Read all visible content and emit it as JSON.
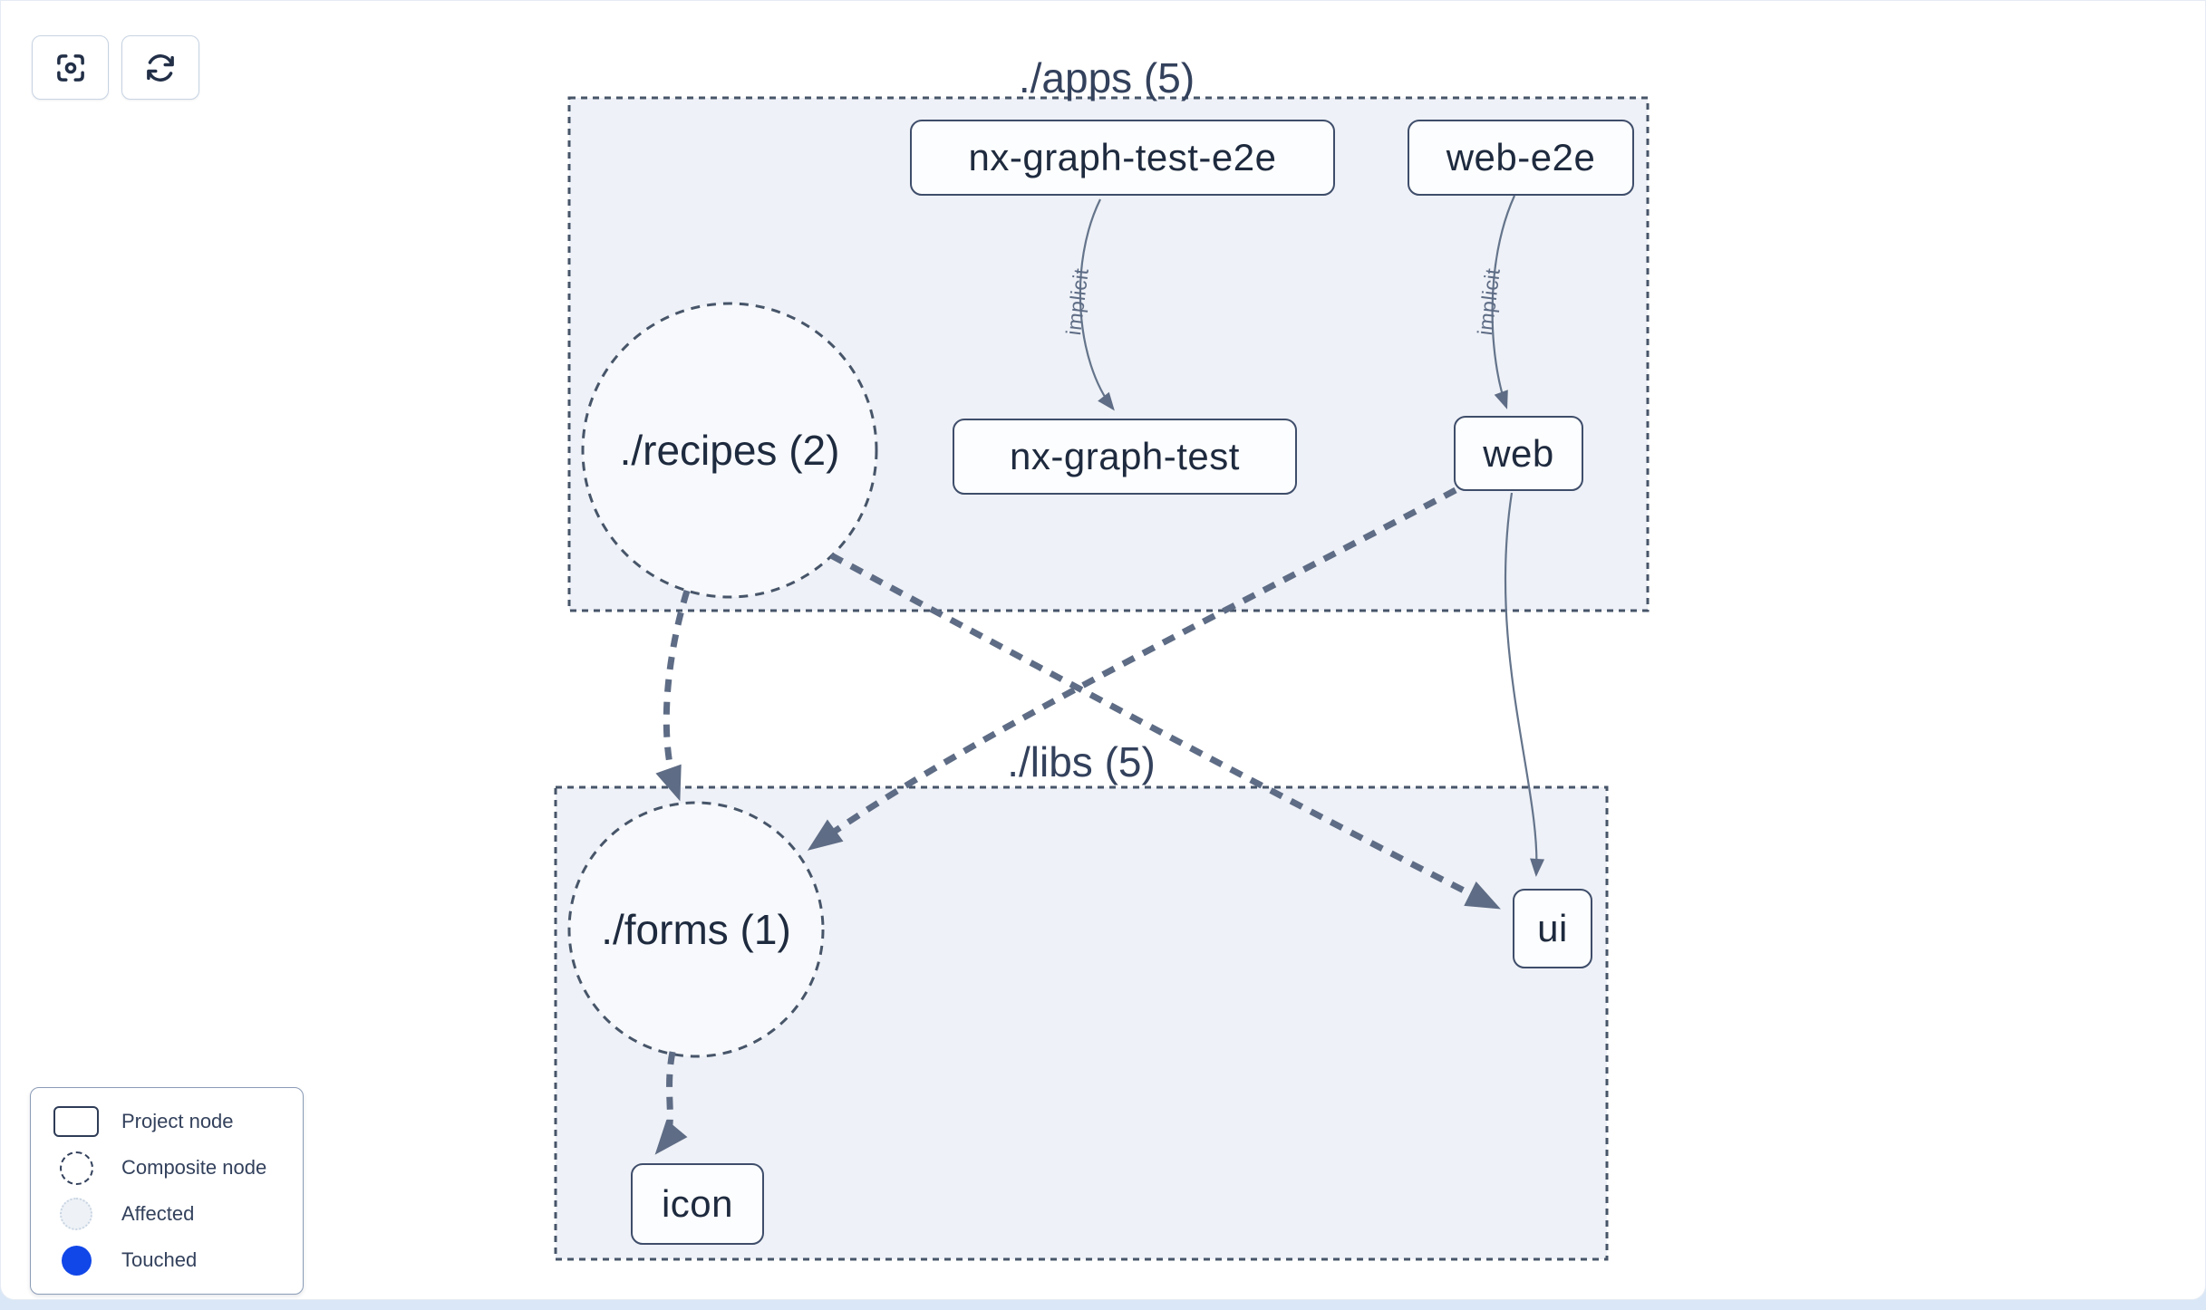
{
  "toolbar": {
    "buttons": [
      {
        "icon": "focus-icon",
        "action": "center-graph"
      },
      {
        "icon": "refresh-icon",
        "action": "reload-graph"
      }
    ]
  },
  "graph": {
    "groups": [
      {
        "id": "apps",
        "label": "./apps (5)"
      },
      {
        "id": "libs",
        "label": "./libs (5)"
      }
    ],
    "composites": [
      {
        "id": "recipes",
        "label": "./recipes (2)"
      },
      {
        "id": "forms",
        "label": "./forms (1)"
      }
    ],
    "nodes": [
      {
        "id": "nx-graph-test-e2e",
        "label": "nx-graph-test-e2e"
      },
      {
        "id": "web-e2e",
        "label": "web-e2e"
      },
      {
        "id": "nx-graph-test",
        "label": "nx-graph-test"
      },
      {
        "id": "web",
        "label": "web"
      },
      {
        "id": "ui",
        "label": "ui"
      },
      {
        "id": "icon",
        "label": "icon"
      }
    ],
    "edges": [
      {
        "from": "nx-graph-test-e2e",
        "to": "nx-graph-test",
        "label": "implicit",
        "style": "solid"
      },
      {
        "from": "web-e2e",
        "to": "web",
        "label": "implicit",
        "style": "solid"
      },
      {
        "from": "./recipes",
        "to": "./forms",
        "label": "",
        "style": "dashed"
      },
      {
        "from": "./recipes",
        "to": "ui",
        "label": "",
        "style": "dashed"
      },
      {
        "from": "web",
        "to": "./forms",
        "label": "",
        "style": "dashed"
      },
      {
        "from": "web",
        "to": "ui",
        "label": "",
        "style": "solid"
      },
      {
        "from": "./forms",
        "to": "icon",
        "label": "",
        "style": "dashed"
      }
    ]
  },
  "legend": {
    "items": [
      {
        "label": "Project node",
        "swatch": "project"
      },
      {
        "label": "Composite node",
        "swatch": "composite"
      },
      {
        "label": "Affected",
        "swatch": "affected"
      },
      {
        "label": "Touched",
        "swatch": "touched"
      }
    ]
  },
  "colors": {
    "touched_blue": "#1147e8",
    "edge_gray": "#5e6c85",
    "group_fill": "#eef1f7",
    "group_border": "#475569",
    "node_text": "#1e2a3e"
  }
}
